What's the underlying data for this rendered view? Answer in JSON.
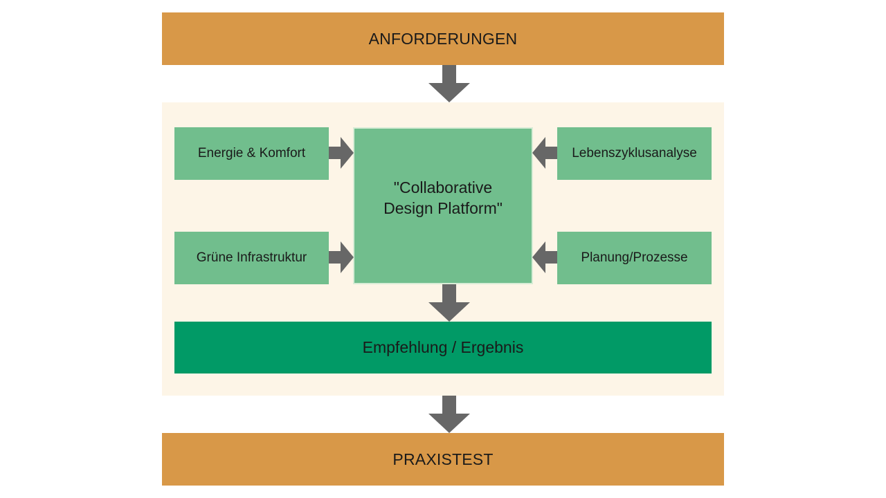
{
  "header": {
    "label": "ANFORDERUNGEN"
  },
  "inputs": [
    {
      "label": "Energie & Komfort"
    },
    {
      "label": "Grüne Infrastruktur"
    },
    {
      "label": "Lebenszyklusanalyse"
    },
    {
      "label": "Planung/Prozesse"
    }
  ],
  "platform": {
    "line1": "\"Collaborative",
    "line2": "Design Platform\""
  },
  "result": {
    "label": "Empfehlung / Ergebnis"
  },
  "footer": {
    "label": "PRAXISTEST"
  },
  "colors": {
    "orange": "#D89848",
    "panel": "#FDF5E7",
    "light_green": "#71BE8D",
    "dark_green": "#019A66",
    "arrow": "#676767"
  },
  "icons": {
    "arrow": "block-arrow-icon"
  }
}
